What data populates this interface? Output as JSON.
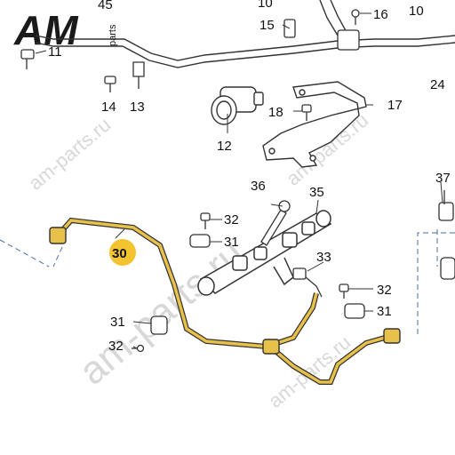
{
  "logo": {
    "main": "AM",
    "side": "parts"
  },
  "watermarks": [
    "am-parts.ru",
    "am-parts.ru",
    "am-parts.ru",
    "am-parts.ru"
  ],
  "callouts": {
    "c45": "45",
    "c10a": "10",
    "c16": "16",
    "c10b": "10",
    "c15": "15",
    "c11": "11",
    "c14": "14",
    "c13": "13",
    "c24": "24",
    "c17": "17",
    "c18": "18",
    "c12": "12",
    "c37": "37",
    "c36": "36",
    "c35": "35",
    "c32a": "32",
    "c31a": "31",
    "c30": "30",
    "c33": "33",
    "c32b": "32",
    "c31b": "31",
    "c31c": "31",
    "c32c": "32"
  },
  "colors": {
    "pipe": "#e8c14a",
    "highlight": "#f4c430",
    "line": "#333333",
    "dash": "#4a6fa5"
  }
}
